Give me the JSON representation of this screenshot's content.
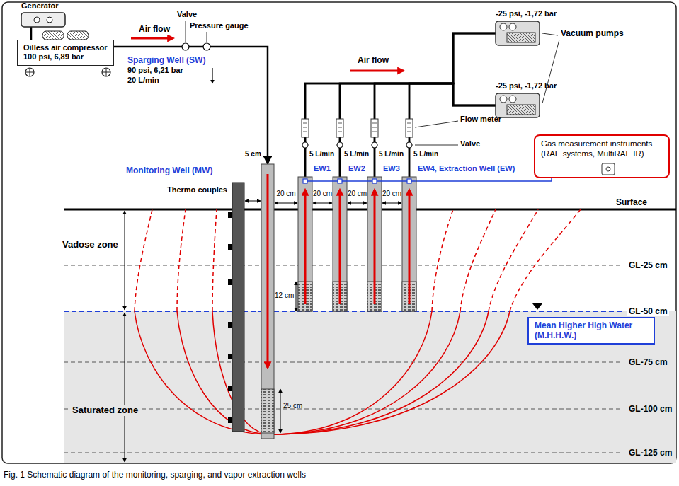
{
  "diagram": {
    "caption": "Fig. 1 Schematic diagram of the monitoring, sparging, and vapor extraction wells",
    "nodes": [
      {
        "text": [
          "Generator"
        ]
      },
      {
        "text": [
          "Oilless air compressor",
          "100 psi, 6,89 bar"
        ]
      },
      {
        "text": [
          "Sparging Well (SW)",
          "90 psi, 6,21 bar",
          "20 L/min"
        ]
      },
      {
        "text": [
          "Monitoring Well (MW)"
        ]
      },
      {
        "text": [
          "EW1"
        ]
      },
      {
        "text": [
          "EW2"
        ]
      },
      {
        "text": [
          "EW3"
        ]
      },
      {
        "text": [
          "EW4, Extraction Well (EW)"
        ]
      },
      {
        "text": [
          "-25 psi, -1,72 bar"
        ]
      },
      {
        "text": [
          "-25 psi, -1,72 bar"
        ]
      },
      {
        "text": [
          "Gas measurement instruments (RAE systems, MultiRAE IR)"
        ]
      },
      {
        "text": [
          "Mean Higher High Water (M.H.H.W.)"
        ]
      }
    ],
    "edges": [
      {
        "from": 0,
        "to": 1,
        "arrow": "none"
      },
      {
        "from": 1,
        "to": 2,
        "arrow": "to"
      },
      {
        "from": 4,
        "to": 8,
        "arrow": "none"
      },
      {
        "from": 4,
        "to": 9,
        "arrow": "none"
      },
      {
        "from": 5,
        "to": 8,
        "arrow": "none"
      },
      {
        "from": 5,
        "to": 9,
        "arrow": "none"
      },
      {
        "from": 6,
        "to": 8,
        "arrow": "none"
      },
      {
        "from": 6,
        "to": 9,
        "arrow": "none"
      },
      {
        "from": 7,
        "to": 8,
        "arrow": "none"
      },
      {
        "from": 7,
        "to": 9,
        "arrow": "none"
      },
      {
        "from": 7,
        "to": 10,
        "arrow": "none"
      }
    ],
    "labels": [
      "Valve",
      "Pressure gauge",
      "Air flow",
      "Air flow",
      "Vacuum pumps",
      "Flow meter",
      "Valve",
      "5 L/min",
      "5 L/min",
      "5 L/min",
      "5 L/min",
      "5 cm",
      "Thermo couples",
      "20 cm",
      "20 cm",
      "20 cm",
      "20 cm",
      "12 cm",
      "25 cm",
      "Surface",
      "Vadose zone",
      "Saturated zone",
      "GL-25 cm",
      "GL-50 cm",
      "GL-75 cm",
      "GL-100 cm",
      "GL-125 cm"
    ]
  }
}
